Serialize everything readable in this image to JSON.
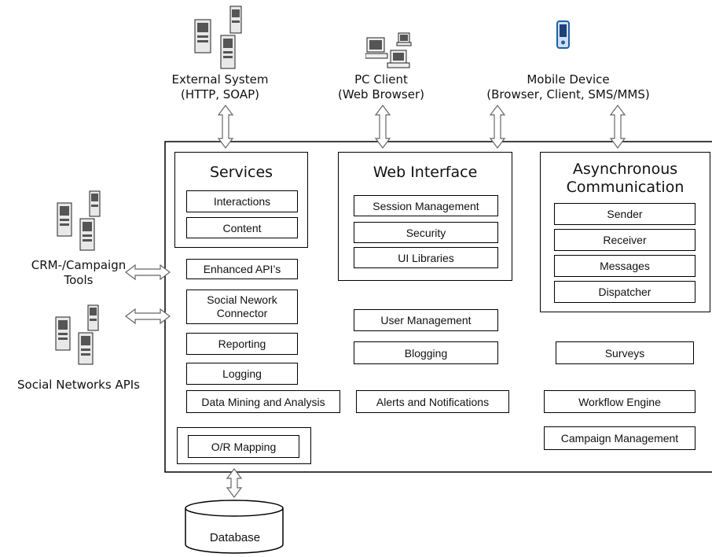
{
  "external": {
    "external_system": [
      "External System",
      "(HTTP, SOAP)"
    ],
    "pc_client": [
      "PC Client",
      "(Web Browser)"
    ],
    "mobile_device": [
      "Mobile Device",
      "(Browser, Client, SMS/MMS)"
    ],
    "crm_tools": [
      "CRM-/Campaign",
      "Tools"
    ],
    "social_apis": "Social Networks APIs",
    "database": "Database"
  },
  "services": {
    "title": "Services",
    "items": [
      "Interactions",
      "Content"
    ]
  },
  "web_interface": {
    "title": "Web Interface",
    "items": [
      "Session Management",
      "Security",
      "UI Libraries"
    ]
  },
  "async": {
    "title": [
      "Asynchronous",
      "Communication"
    ],
    "items": [
      "Sender",
      "Receiver",
      "Messages",
      "Dispatcher"
    ]
  },
  "left_column": {
    "enhanced_apis": "Enhanced API’s",
    "social_connector": [
      "Social Nework",
      "Connector"
    ],
    "reporting": "Reporting",
    "logging": "Logging",
    "data_mining": "Data Mining and Analysis",
    "or_mapping": "O/R Mapping"
  },
  "middle_column": {
    "user_management": "User Management",
    "blogging": "Blogging",
    "alerts": "Alerts and Notifications"
  },
  "right_column": {
    "surveys": "Surveys",
    "workflow": "Workflow Engine",
    "campaign": "Campaign Management"
  }
}
